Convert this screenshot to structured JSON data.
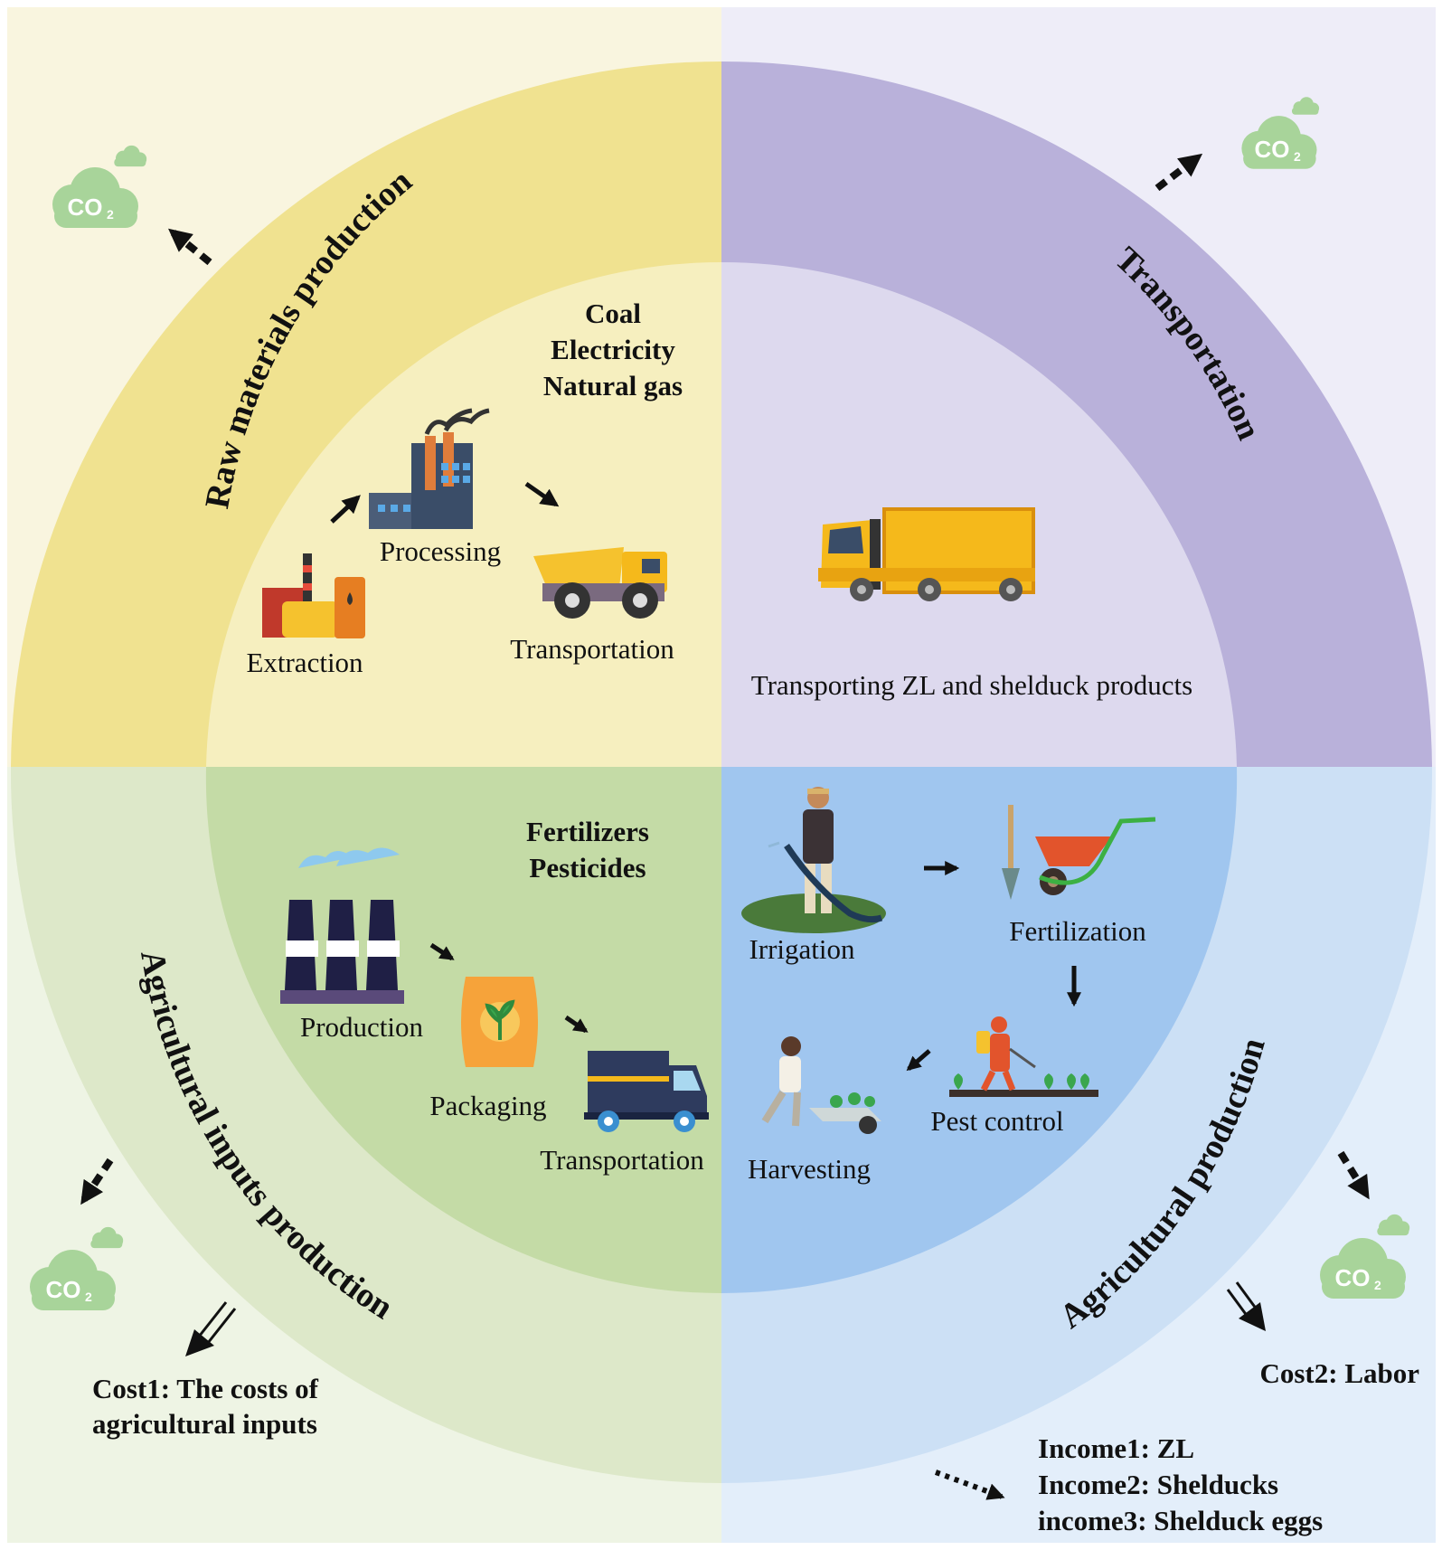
{
  "quadrants": {
    "raw_materials": {
      "title": "Raw materials production",
      "materials": [
        "Coal",
        "Electricity",
        "Natural gas"
      ],
      "steps": {
        "extraction": "Extraction",
        "processing": "Processing",
        "transportation": "Transportation"
      },
      "color_outer": "#f0e290",
      "color_inner": "#f6efbf"
    },
    "transportation": {
      "title": "Transportation",
      "description": "Transporting ZL and shelduck products",
      "color_outer": "#b9b1da",
      "color_inner": "#ddd9ee"
    },
    "agricultural_inputs": {
      "title": "Agricultural inputs production",
      "materials": [
        "Fertilizers",
        "Pesticides"
      ],
      "steps": {
        "production": "Production",
        "packaging": "Packaging",
        "transportation": "Transportation"
      },
      "color_outer": "#dde8c9",
      "color_inner": "#c4dba6"
    },
    "agricultural_production": {
      "title": "Agricultural  production",
      "steps": {
        "irrigation": "Irrigation",
        "fertilization": "Fertilization",
        "pest_control": "Pest control",
        "harvesting": "Harvesting"
      },
      "color_outer": "#cce0f5",
      "color_inner": "#a0c6ef"
    }
  },
  "emissions": {
    "co2": "CO",
    "co2_sub": "2"
  },
  "costs": {
    "cost1_line1": "Cost1: The costs of",
    "cost1_line2": "agricultural inputs",
    "cost2": "Cost2: Labor"
  },
  "income": {
    "income1": "Income1: ZL",
    "income2": "Income2: Shelducks",
    "income3": "income3: Shelduck eggs"
  },
  "colors": {
    "co2_cloud": "#a8d49a",
    "arrow": "#111111"
  }
}
